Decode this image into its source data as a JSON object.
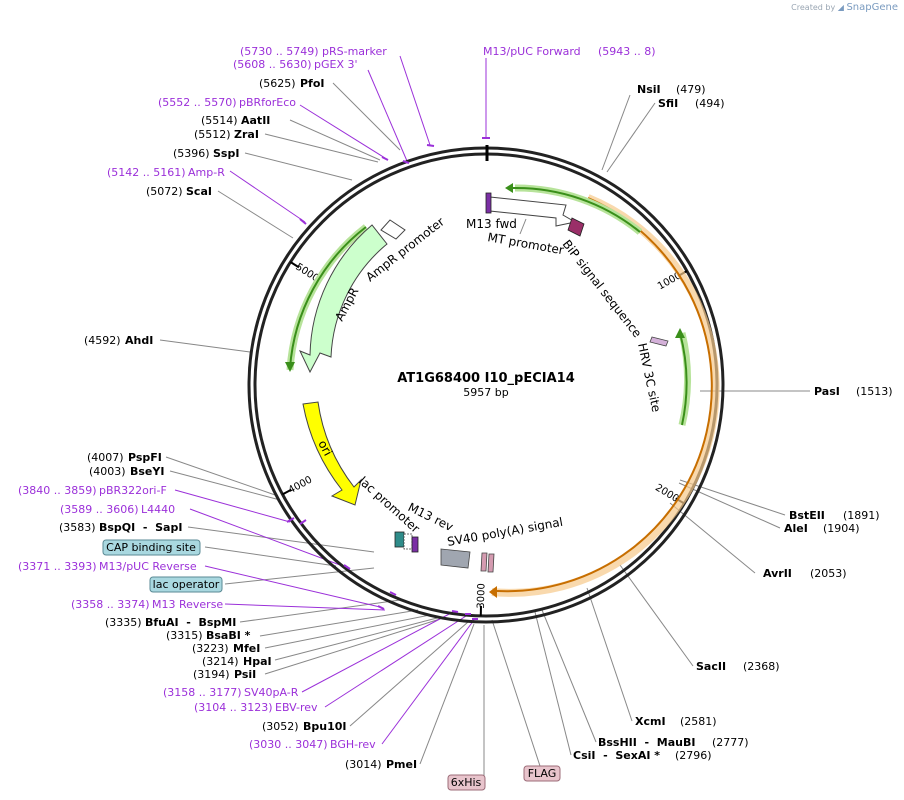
{
  "brand": {
    "prefix": "Created by",
    "name": "SnapGene"
  },
  "plasmid": {
    "name": "AT1G68400 I10_pECIA14",
    "size": "5957 bp"
  },
  "ticks": [
    "1000",
    "2000",
    "3000",
    "4000",
    "5000"
  ],
  "sites_right": [
    {
      "name": "NsiI",
      "pos": "(479)"
    },
    {
      "name": "SfiI",
      "pos": "(494)"
    },
    {
      "name": "PasI",
      "pos": "(1513)"
    },
    {
      "name": "BstEII",
      "pos": "(1891)"
    },
    {
      "name": "AleI",
      "pos": "(1904)"
    },
    {
      "name": "AvrII",
      "pos": "(2053)"
    },
    {
      "name": "SacII",
      "pos": "(2368)"
    },
    {
      "name": "XcmI",
      "pos": "(2581)"
    },
    {
      "name": "BssHII  -  MauBI",
      "pos": "(2777)"
    },
    {
      "name": "CsiI  -  SexAI *",
      "pos": "(2796)"
    }
  ],
  "sites_left": [
    {
      "pos": "(5625)",
      "name": "PfoI"
    },
    {
      "pos": "(5514)",
      "name": "AatII"
    },
    {
      "pos": "(5512)",
      "name": "ZraI"
    },
    {
      "pos": "(5396)",
      "name": "SspI"
    },
    {
      "pos": "(5072)",
      "name": "ScaI"
    },
    {
      "pos": "(4592)",
      "name": "AhdI"
    },
    {
      "pos": "(4007)",
      "name": "PspFI"
    },
    {
      "pos": "(4003)",
      "name": "BseYI"
    },
    {
      "pos": "(3583)",
      "name": "BspQI  -  SapI"
    },
    {
      "pos": "(3335)",
      "name": "BfuAI  -  BspMI"
    },
    {
      "pos": "(3315)",
      "name": "BsaBI *"
    },
    {
      "pos": "(3223)",
      "name": "MfeI"
    },
    {
      "pos": "(3214)",
      "name": "HpaI"
    },
    {
      "pos": "(3194)",
      "name": "PsiI"
    },
    {
      "pos": "(3052)",
      "name": "Bpu10I"
    },
    {
      "pos": "(3014)",
      "name": "PmeI"
    }
  ],
  "primers": [
    {
      "pos": "(5730 .. 5749)",
      "name": "pRS-marker"
    },
    {
      "pos": "(5608 .. 5630)",
      "name": "pGEX 3'"
    },
    {
      "pos": "(5552 .. 5570)",
      "name": "pBRforEco"
    },
    {
      "pos": "(5142 .. 5161)",
      "name": "Amp-R"
    },
    {
      "pos": "(3840 .. 3859)",
      "name": "pBR322ori-F"
    },
    {
      "pos": "(3589 .. 3606)",
      "name": "L4440"
    },
    {
      "pos": "(3371 .. 3393)",
      "name": "M13/pUC Reverse"
    },
    {
      "pos": "(3358 .. 3374)",
      "name": "M13 Reverse"
    },
    {
      "pos": "(3158 .. 3177)",
      "name": "SV40pA-R"
    },
    {
      "pos": "(3104 .. 3123)",
      "name": "EBV-rev"
    },
    {
      "pos": "(3030 .. 3047)",
      "name": "BGH-rev"
    }
  ],
  "primer_top": {
    "name": "M13/pUC Forward",
    "pos": "(5943 .. 8)"
  },
  "boxed_labels": [
    "CAP binding site",
    "lac operator",
    "6xHis",
    "FLAG"
  ],
  "features": {
    "m13fwd": "M13 fwd",
    "mt_promoter": "MT promoter",
    "bip": "BiP signal sequence",
    "hrv": "HRV 3C site",
    "ampr_promoter": "AmpR promoter",
    "ampr": "AmpR",
    "ori": "ori",
    "lac_promoter": "lac promoter",
    "m13rev": "M13 rev",
    "sv40": "SV40 poly(A) signal"
  },
  "colors": {
    "purple": "#9b30d9",
    "green": "#3a8f1a",
    "orange": "#e8941c",
    "ori": "#ffff00",
    "ampr": "#ccffcc",
    "boxed_blue": "#a9d8e0",
    "boxed_pink": "#e8c4cc"
  }
}
